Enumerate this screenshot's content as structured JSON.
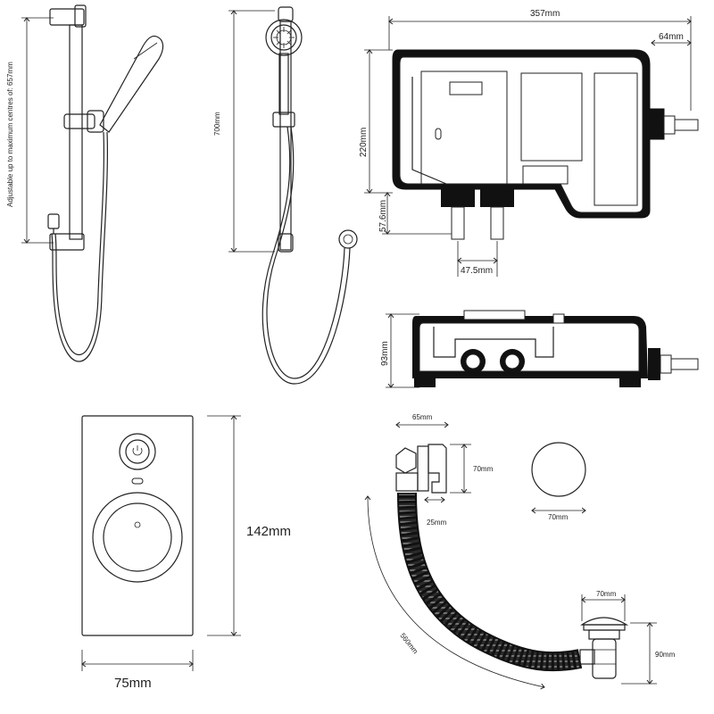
{
  "drawing": {
    "rail_height_note": "Adjustable up to maximum centres of: 657mm",
    "rail_length": "700mm",
    "unit_width": "357mm",
    "outlet_length": "64mm",
    "unit_height": "220mm",
    "inlet_height": "57.6mm",
    "inlet_spacing": "47.5mm",
    "unit_depth": "93mm",
    "control_height": "142mm",
    "control_width": "75mm",
    "bath_filler_width": "65mm",
    "bath_filler_height": "70mm",
    "bath_filler_depth": "25mm",
    "diverter_disc_diameter": "70mm",
    "hose_length": "560mm",
    "waste_cap_diameter": "70mm",
    "waste_height": "90mm"
  },
  "colors": {
    "line": "#222222",
    "fill_dark": "#1a1a1a",
    "fill_grey": "#d9d9d9"
  }
}
